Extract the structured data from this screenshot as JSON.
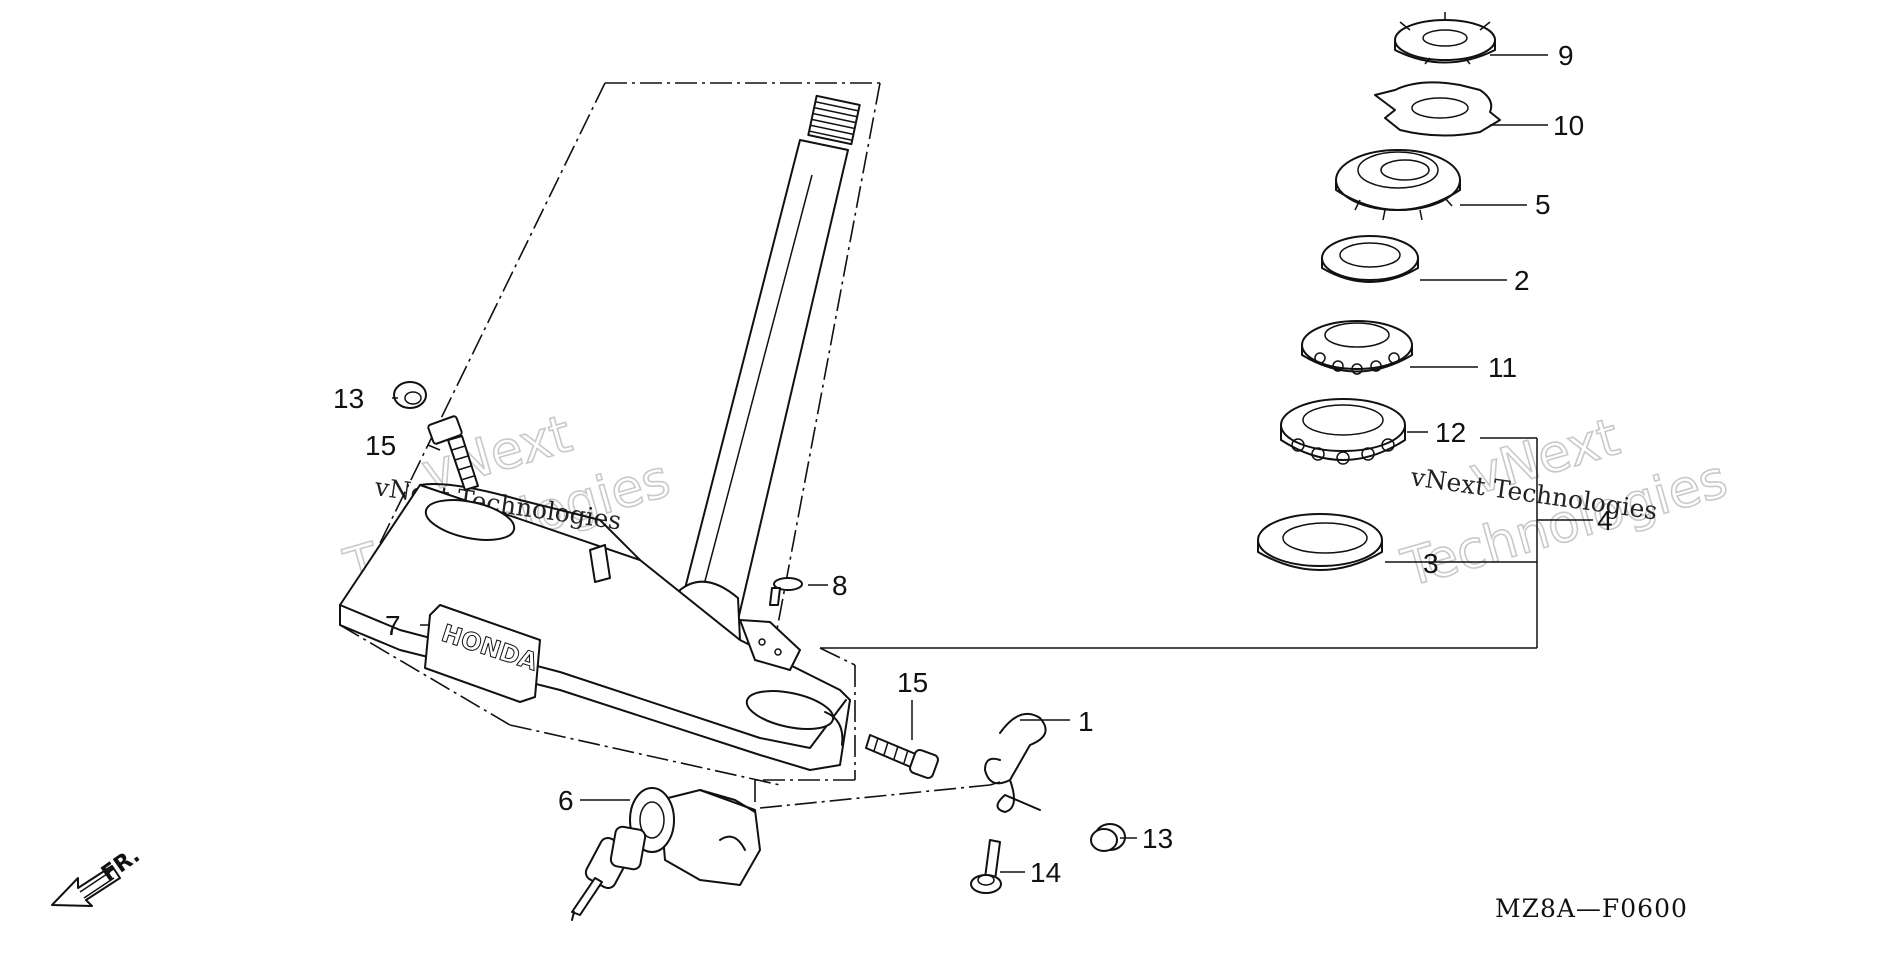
{
  "diagram_code": "MZ8A—F0600",
  "direction_label": "FR.",
  "brand_label": "HONDA",
  "watermark": {
    "line1": "vNext",
    "line2": "Technologies",
    "plain": "vNext Technologies"
  },
  "callouts": {
    "c1": "1",
    "c2": "2",
    "c3": "3",
    "c4": "4",
    "c5": "5",
    "c6": "6",
    "c7": "7",
    "c8": "8",
    "c9": "9",
    "c10": "10",
    "c11": "11",
    "c12": "12",
    "c13a": "13",
    "c13b": "13",
    "c14": "14",
    "c15a": "15",
    "c15b": "15"
  },
  "parts": [
    {
      "ref": "steering-stem",
      "icon": "steering-stem-icon"
    },
    {
      "ref": "lock-nut",
      "icon": "stem-nut-icon"
    },
    {
      "ref": "lock-washer",
      "icon": "lock-washer-icon"
    },
    {
      "ref": "adjusting-nut",
      "icon": "adjusting-nut-icon"
    },
    {
      "ref": "dust-seal",
      "icon": "dust-seal-icon"
    },
    {
      "ref": "upper-bearing",
      "icon": "bearing-icon"
    },
    {
      "ref": "lower-bearing",
      "icon": "bearing-icon"
    },
    {
      "ref": "lower-race",
      "icon": "race-icon"
    },
    {
      "ref": "steering-lock",
      "icon": "lock-icon"
    },
    {
      "ref": "key",
      "icon": "key-icon"
    },
    {
      "ref": "emblem",
      "icon": "emblem-icon"
    },
    {
      "ref": "screw",
      "icon": "screw-icon"
    },
    {
      "ref": "clip",
      "icon": "clip-icon"
    },
    {
      "ref": "bolts",
      "icon": "bolt-icon"
    },
    {
      "ref": "caps",
      "icon": "cap-icon"
    }
  ]
}
